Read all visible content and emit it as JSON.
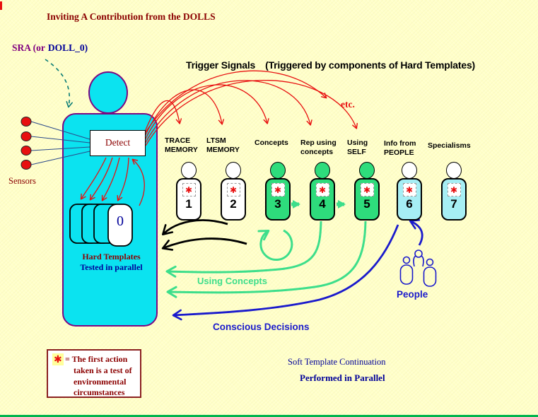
{
  "colors": {
    "background": "#FFFFC8",
    "body_cyan": "#0BE3F0",
    "outline_purple": "#7B0882",
    "doll_green": "#2EDC7C",
    "doll_cyan": "#A6EEF4",
    "red": "#E81010",
    "dark_red": "#8B0000",
    "purple": "#800080",
    "navy": "#000099",
    "blue": "#1A1ACC",
    "green_arrow": "#3CDE8B",
    "teal": "#067A74",
    "sensor_line": "#2B4A8B",
    "edge_green": "#00B44C"
  },
  "header": {
    "title": "Inviting A Contribution from the DOLLS",
    "sra_label": "SRA (or",
    "doll0_label": "DOLL_0)"
  },
  "trigger": {
    "heading": "Trigger Signals",
    "note": "(Triggered by components of Hard Templates)",
    "etc": "etc."
  },
  "robot": {
    "detect_label": "Detect",
    "sensors_label": "Sensors",
    "zero_label": "0",
    "hard_templates_line1": "Hard Templates",
    "hard_templates_line2": "Tested in parallel"
  },
  "labels": {
    "asterisk": "✱",
    "using_concepts": "Using Concepts",
    "conscious_decisions": "Conscious Decisions",
    "people": "People",
    "soft_line1": "Soft Template Continuation",
    "soft_line2": "Performed in Parallel"
  },
  "dolls": [
    {
      "number": "1",
      "label": "TRACE\nMEMORY"
    },
    {
      "number": "2",
      "label": "LTSM\nMEMORY"
    },
    {
      "number": "3",
      "label": "Concepts"
    },
    {
      "number": "4",
      "label": "Rep using\nconcepts"
    },
    {
      "number": "5",
      "label": "Using\nSELF"
    },
    {
      "number": "6",
      "label": "Info from\nPEOPLE"
    },
    {
      "number": "7",
      "label": "Specialisms"
    }
  ],
  "legend": {
    "asterisk": "✱",
    "line1": "= The first action",
    "line2": "taken is a test of",
    "line3": "environmental",
    "line4": "circumstances"
  }
}
